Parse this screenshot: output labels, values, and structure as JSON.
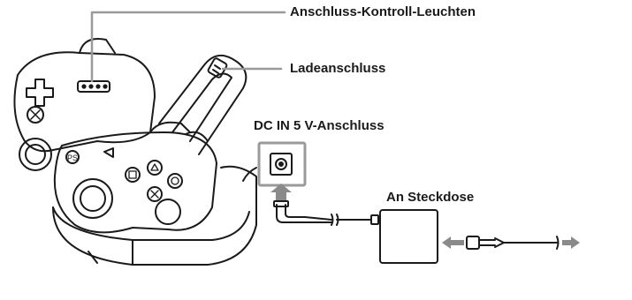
{
  "labels": {
    "led": "Anschluss-Kontroll-Leuchten",
    "charge_port": "Ladeanschluss",
    "dc_in": "DC IN 5 V-Anschluss",
    "outlet": "An Steckdose"
  },
  "colors": {
    "ink": "#1a1a1a",
    "callout_grey": "#9a9a9a",
    "arrow_grey": "#8a8a8a"
  }
}
